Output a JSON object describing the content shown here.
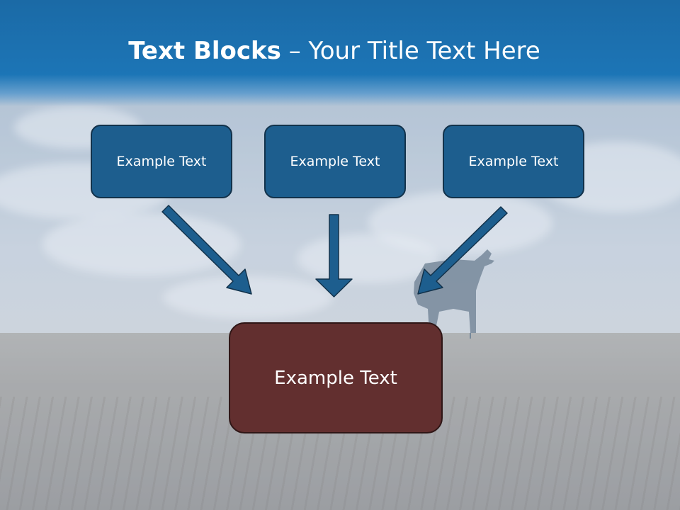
{
  "slide": {
    "title_bold": "Text Blocks",
    "title_rest": " – Your Title Text Here"
  },
  "boxes": {
    "left": "Example Text",
    "center": "Example Text",
    "right": "Example Text",
    "bottom": "Example Text"
  },
  "colors": {
    "header": "#1c75b6",
    "top_box_fill": "#1d5e8e",
    "bottom_box_fill": "#622f2f",
    "arrow": "#1d5e8e"
  }
}
